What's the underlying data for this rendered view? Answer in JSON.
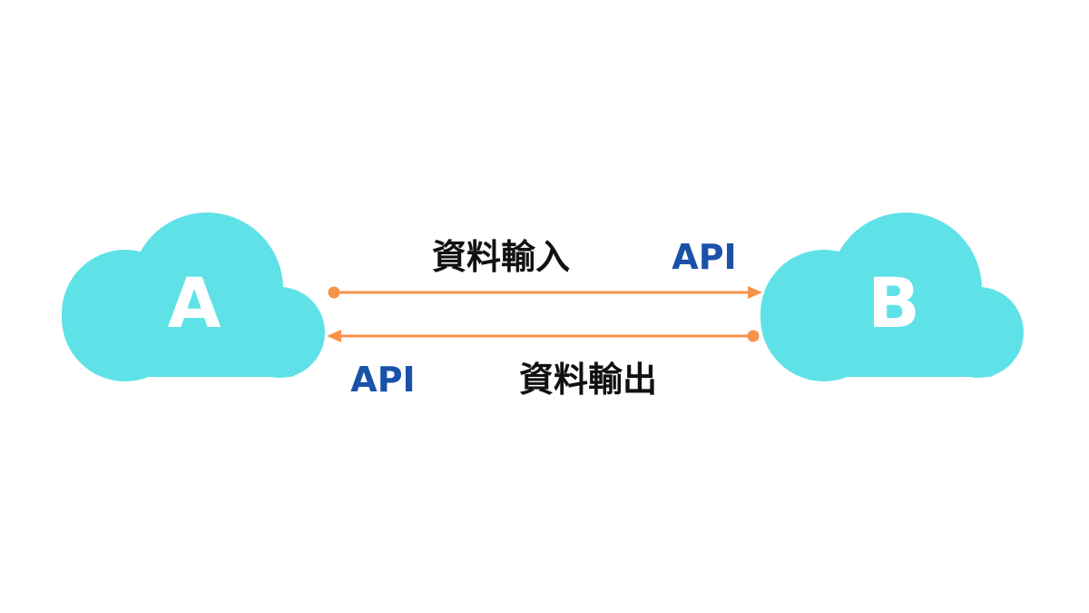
{
  "nodes": {
    "left": {
      "label": "A"
    },
    "right": {
      "label": "B"
    }
  },
  "arrows": {
    "to_right": {
      "label": "資料輸入",
      "api": "API"
    },
    "to_left": {
      "label": "資料輸出",
      "api": "API"
    }
  },
  "colors": {
    "cloud": "#5ee2e8",
    "arrow": "#f7924a",
    "api": "#1952a8",
    "text": "#111111",
    "background": "#ffffff"
  }
}
